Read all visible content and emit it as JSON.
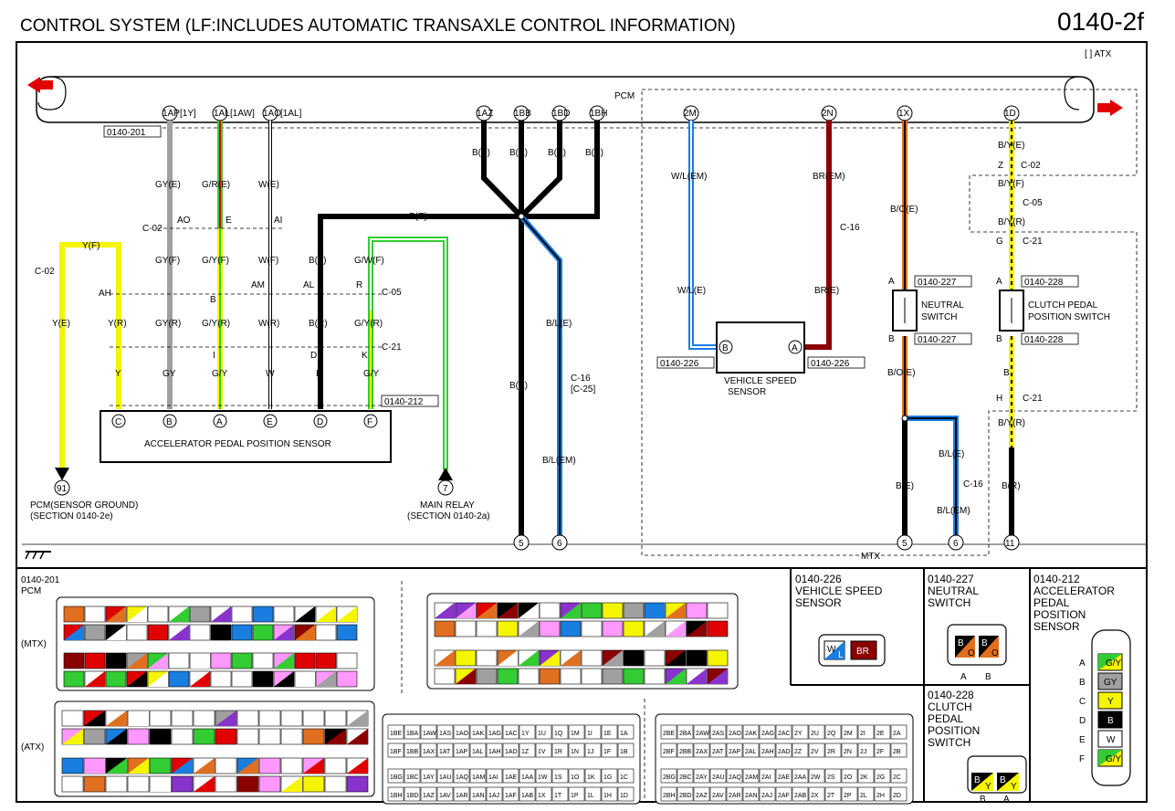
{
  "header": {
    "title": "CONTROL SYSTEM (LF:INCLUDES AUTOMATIC TRANSAXLE CONTROL INFORMATION)",
    "page": "0140-2f",
    "atx_note": "[ ] ATX"
  },
  "pcm": {
    "label": "PCM",
    "terminals": [
      "1AP",
      "1AL",
      "1AO",
      "1AZ",
      "1BB",
      "1BD",
      "1BH",
      "2M",
      "2N",
      "1X",
      "1D"
    ],
    "terminal_alts": [
      "[1Y]",
      "[1AW]",
      "[1AL]"
    ],
    "ref_left": "0140-201"
  },
  "wires": {
    "gy_e": "GY(E)",
    "gr_e": "G/R(E)",
    "w_e": "W(E)",
    "c02": "C-02",
    "ao": "AO",
    "e": "E",
    "ai": "AI",
    "gy_f": "GY(F)",
    "gy_f2": "G/Y(F)",
    "w_f": "W(F)",
    "b_f": "B(F)",
    "gw_f": "G/W(F)",
    "y_f": "Y(F)",
    "ah": "AH",
    "am": "AM",
    "al": "AL",
    "r": "R",
    "c05": "C-05",
    "b_mark": "B",
    "y_e": "Y(E)",
    "y_r": "Y(R)",
    "gy_r": "GY(R)",
    "gy_r2": "G/Y(R)",
    "w_r": "W(R)",
    "b_r": "B(R)",
    "gy_r3": "G/Y(R)",
    "i": "I",
    "d": "D",
    "k": "K",
    "c21": "C-21",
    "y": "Y",
    "gy": "GY",
    "g_y": "G/Y",
    "w": "W",
    "b": "B",
    "g_y2": "G/Y",
    "ref_212": "0140-212",
    "b_e": "B(E)",
    "bl_e": "B/L(E)",
    "c16": "C-16",
    "c25": "[C-25]",
    "bl_em": "B/L(EM)",
    "wl_em": "W/L(EM)",
    "br_em": "BR(EM)",
    "wl_e": "W/L(E)",
    "br_e": "BR(E)",
    "bo_e": "B/O(E)",
    "by_e": "B/Y(E)",
    "z": "Z",
    "by_f": "B/Y(F)",
    "by_r": "B/Y(R)",
    "g": "G",
    "a": "A",
    "h": "H",
    "br2": "B(R)"
  },
  "components": {
    "apps": "ACCELERATOR PEDAL POSITION SENSOR",
    "apps_pins": [
      "C",
      "B",
      "A",
      "E",
      "D",
      "F"
    ],
    "vss1": "VEHICLE SPEED",
    "vss2": "SENSOR",
    "neutral1": "NEUTRAL",
    "neutral2": "SWITCH",
    "clutch1": "CLUTCH PEDAL",
    "clutch2": "POSITION SWITCH",
    "ref_226": "0140-226",
    "ref_227": "0140-227",
    "ref_228": "0140-228"
  },
  "grounds": {
    "g91": "91",
    "pcm_ground1": "PCM(SENSOR GROUND)",
    "pcm_ground2": "(SECTION 0140-2e)",
    "g7": "7",
    "main_relay1": "MAIN RELAY",
    "main_relay2": "(SECTION 0140-2a)",
    "g5": "5",
    "g6": "6",
    "g11": "11",
    "mtx": "MTX"
  },
  "connectors": {
    "c201_title": "0140-201",
    "c201_sub": "PCM",
    "mtx": "(MTX)",
    "atx": "(ATX)",
    "c226_title": "0140-226",
    "c226_l1": "VEHICLE SPEED",
    "c226_l2": "SENSOR",
    "c227_title": "0140-227",
    "c227_l1": "NEUTRAL",
    "c227_l2": "SWITCH",
    "c212_title": "0140-212",
    "c212_l1": "ACCELERATOR",
    "c212_l2": "PEDAL",
    "c212_l3": "POSITION",
    "c212_l4": "SENSOR",
    "c228_title": "0140-228",
    "c228_l1": "CLUTCH",
    "c228_l2": "PEDAL",
    "c228_l3": "POSITION",
    "c228_l4": "SWITCH",
    "pin_a": "A",
    "pin_b": "B",
    "c226_pins": [
      "W",
      "L",
      "BR"
    ],
    "c227_pins": [
      "B",
      "O",
      "B",
      "O"
    ],
    "c228_pins": [
      "B",
      "Y",
      "B",
      "Y"
    ],
    "c212_pins": [
      {
        "pin": "A",
        "wire": "G/Y"
      },
      {
        "pin": "B",
        "wire": "GY"
      },
      {
        "pin": "C",
        "wire": "Y"
      },
      {
        "pin": "D",
        "wire": "B"
      },
      {
        "pin": "E",
        "wire": "W"
      },
      {
        "pin": "F",
        "wire": "G/Y"
      }
    ],
    "atx_row1": [
      "1BE",
      "1BA",
      "1AW",
      "1AS",
      "1AO",
      "1AK",
      "1AG",
      "1AC",
      "1Y",
      "1U",
      "1Q",
      "1M",
      "1I",
      "1E",
      "1A"
    ],
    "atx_row2": [
      "1BF",
      "1BB",
      "1AX",
      "1AT",
      "1AP",
      "1AL",
      "1AH",
      "1AD",
      "1Z",
      "1V",
      "1R",
      "1N",
      "1J",
      "1F",
      "1B"
    ],
    "atx_row3": [
      "1BG",
      "1BC",
      "1AY",
      "1AU",
      "1AQ",
      "1AM",
      "1AI",
      "1AE",
      "1AA",
      "1W",
      "1S",
      "1O",
      "1K",
      "1G",
      "1C"
    ],
    "atx_row4": [
      "1BH",
      "1BD",
      "1AZ",
      "1AV",
      "1AR",
      "1AN",
      "1AJ",
      "1AF",
      "1AB",
      "1X",
      "1T",
      "1P",
      "1L",
      "1H",
      "1D"
    ],
    "atx2_row1": [
      "2BE",
      "2BA",
      "2AW",
      "2AS",
      "2AO",
      "2AK",
      "2AG",
      "2AC",
      "2Y",
      "2U",
      "2Q",
      "2M",
      "2I",
      "2E",
      "2A"
    ],
    "atx2_row2": [
      "2BF",
      "2BB",
      "2AX",
      "2AT",
      "2AP",
      "2AL",
      "2AH",
      "2AD",
      "2Z",
      "2V",
      "2R",
      "2N",
      "2J",
      "2F",
      "2B"
    ],
    "atx2_row3": [
      "2BG",
      "2BC",
      "2AY",
      "2AU",
      "2AQ",
      "2AM",
      "2AI",
      "2AE",
      "2AA",
      "2W",
      "2S",
      "2O",
      "2K",
      "2G",
      "2C"
    ],
    "atx2_row4": [
      "2BH",
      "2BD",
      "2AZ",
      "2AV",
      "2AR",
      "2AN",
      "2AJ",
      "2AF",
      "2AB",
      "2X",
      "2T",
      "2P",
      "2L",
      "2H",
      "2D"
    ]
  },
  "colors": {
    "yellow": "#f5f500",
    "gray": "#a0a0a0",
    "green": "#33cc33",
    "red": "#e00000",
    "blue": "#1a7de0",
    "darkred": "#8b0000",
    "orange": "#e07020",
    "black": "#000000"
  }
}
